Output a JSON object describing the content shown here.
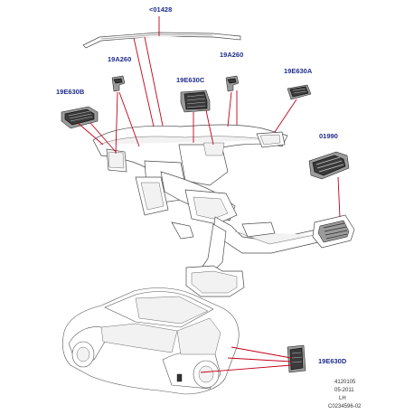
{
  "callouts": {
    "strip": "<01428",
    "vent_left": "19E630B",
    "bracket_left": "19A260",
    "vent_center": "19E630C",
    "bracket_right": "19A260",
    "vent_right_upper": "19E630A",
    "outlet_right": "01990",
    "vent_rear": "19E630D"
  },
  "reference": {
    "line1": "4120105",
    "line2": "05-2011",
    "line3": "LH",
    "line4": "C0234596-02"
  },
  "colors": {
    "label_text": "#1f2c8c",
    "leader_line": "#c4001a",
    "line_art": "#4a4a4a",
    "part_fill": "#3a3a3a"
  }
}
